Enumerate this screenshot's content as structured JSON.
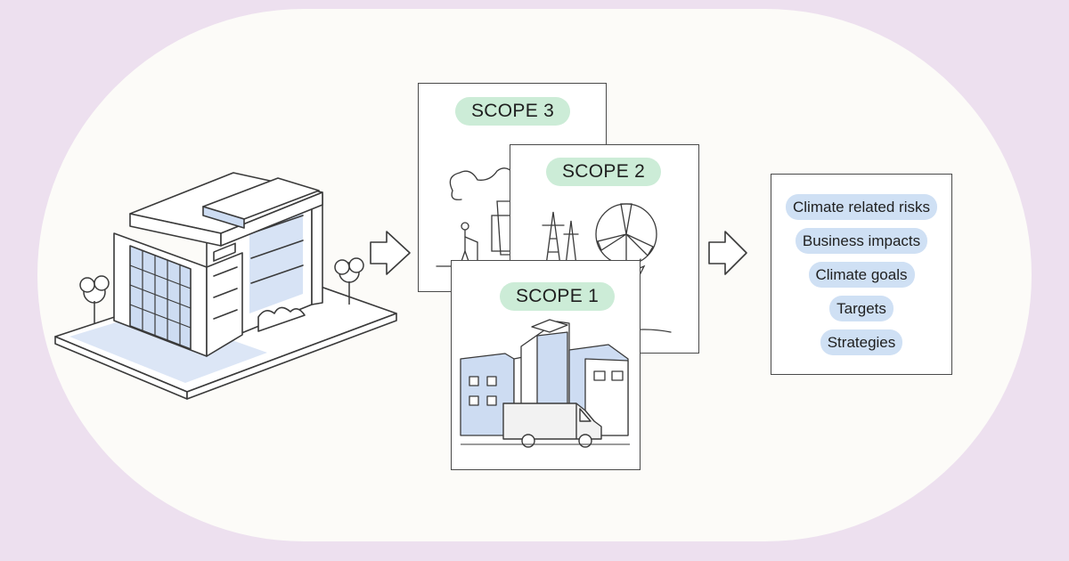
{
  "scopes": {
    "scope3": "SCOPE 3",
    "scope2": "SCOPE 2",
    "scope1": "SCOPE 1"
  },
  "results": [
    "Climate related risks",
    "Business impacts",
    "Climate goals",
    "Targets",
    "Strategies"
  ],
  "colors": {
    "background": "#ede0ef",
    "stage": "#fcfbf8",
    "scope_pill": "#ccecd7",
    "result_pill": "#cfe0f4",
    "line": "#3a3a3a",
    "building_tint": "#cddcf2"
  },
  "icons": [
    "building-illustration",
    "tree-icon",
    "arrow-right-icon",
    "factory-illustration",
    "wind-turbine-icon",
    "power-pylon-icon",
    "city-buildings-illustration",
    "delivery-van-icon"
  ]
}
